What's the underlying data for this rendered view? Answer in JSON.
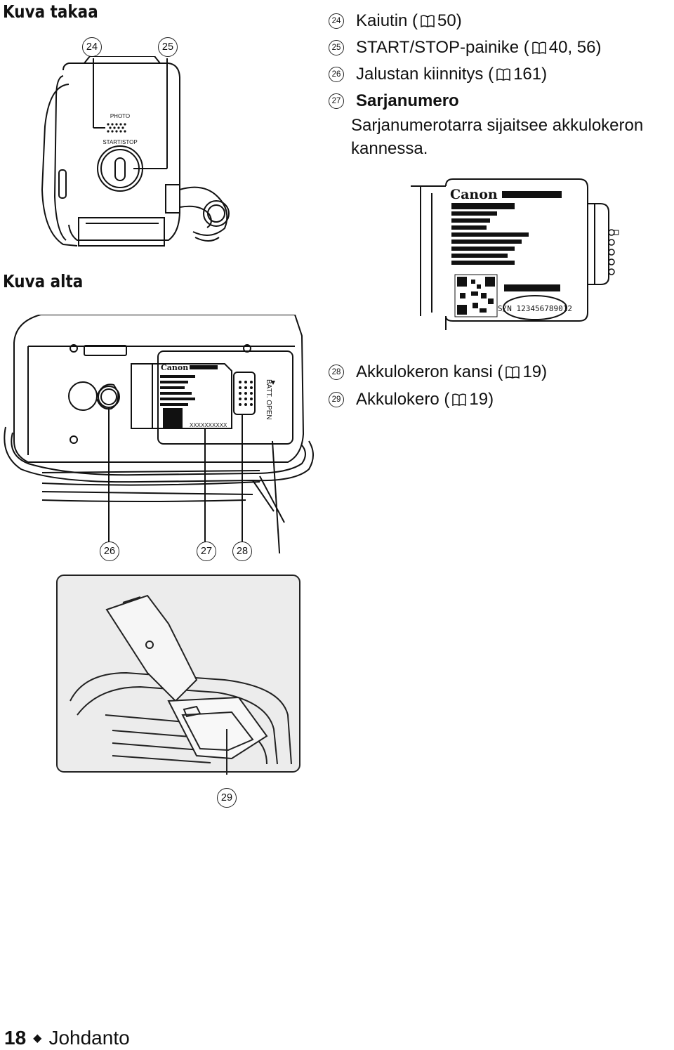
{
  "sections": {
    "back_view_title": "Kuva takaa",
    "bottom_view_title": "Kuva alta"
  },
  "items": [
    {
      "num": "24",
      "text_before": "Kaiutin (",
      "ref": "50)"
    },
    {
      "num": "25",
      "text_before": "START/STOP-painike (",
      "ref": "40, 56)"
    },
    {
      "num": "26",
      "text_before": "Jalustan kiinnitys (",
      "ref": "161)"
    },
    {
      "num": "27",
      "text_before": "Sarjanumero",
      "ref": ""
    },
    {
      "num": "28",
      "text_before": "Akkulokeron kansi (",
      "ref": "19)"
    },
    {
      "num": "29",
      "text_before": "Akkulokero (",
      "ref": "19)"
    }
  ],
  "serial_note": {
    "line1": "Sarjanumerotarra sijaitsee akkulokeron",
    "line2": "kannessa."
  },
  "callouts": {
    "c24": "24",
    "c25": "25",
    "c26": "26",
    "c27": "27",
    "c28": "28",
    "c29": "29"
  },
  "camera_labels": {
    "photo": "PHOTO",
    "start_stop": "START/STOP",
    "batt_open": "BATT. OPEN",
    "brand": "Canon",
    "serial": "S/N 123456789012",
    "label_serial_small": "XXXXXXXXXX"
  },
  "footer": {
    "page_number": "18",
    "section": "Johdanto"
  }
}
